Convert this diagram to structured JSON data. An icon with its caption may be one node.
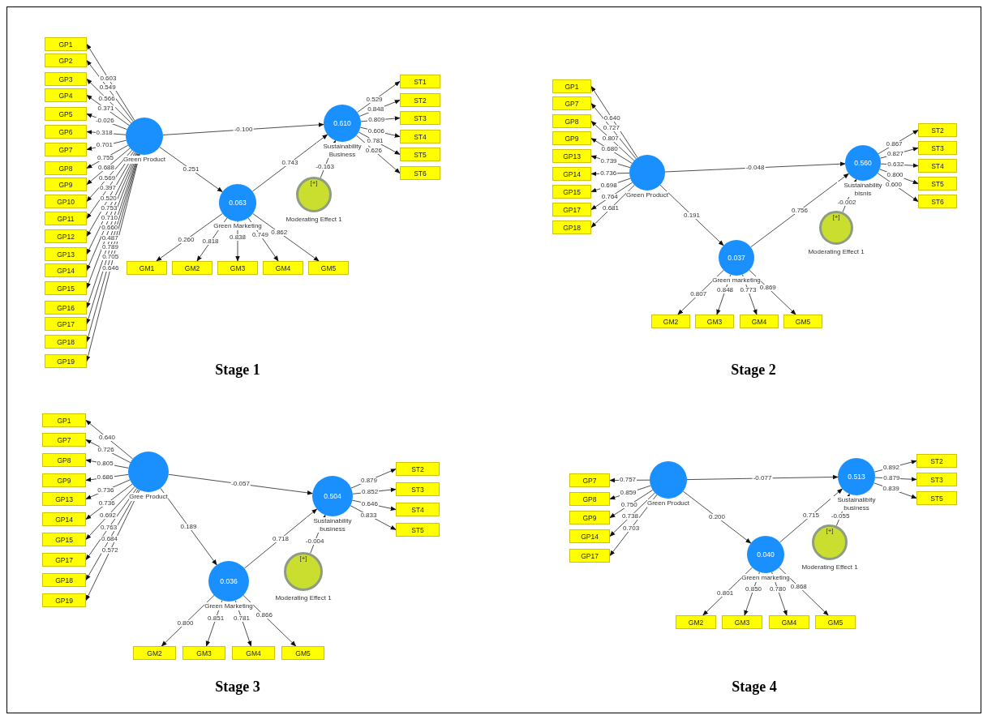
{
  "diagram": {
    "nodes": [
      {
        "text": [
          "Green Product"
        ]
      },
      {
        "text": [
          "GP1"
        ]
      },
      {
        "text": [
          "GP2"
        ]
      },
      {
        "text": [
          "GP3"
        ]
      },
      {
        "text": [
          "GP4"
        ]
      },
      {
        "text": [
          "GP5"
        ]
      },
      {
        "text": [
          "GP6"
        ]
      },
      {
        "text": [
          "GP7"
        ]
      },
      {
        "text": [
          "GP8"
        ]
      },
      {
        "text": [
          "GP9"
        ]
      },
      {
        "text": [
          "GP10"
        ]
      },
      {
        "text": [
          "GP11"
        ]
      },
      {
        "text": [
          "GP12"
        ]
      },
      {
        "text": [
          "GP13"
        ]
      },
      {
        "text": [
          "GP14"
        ]
      },
      {
        "text": [
          "GP15"
        ]
      },
      {
        "text": [
          "GP16"
        ]
      },
      {
        "text": [
          "GP17"
        ]
      },
      {
        "text": [
          "GP18"
        ]
      },
      {
        "text": [
          "GP19"
        ]
      },
      {
        "text": [
          "0.063",
          "Green Marketing"
        ]
      },
      {
        "text": [
          "GM1"
        ]
      },
      {
        "text": [
          "GM2"
        ]
      },
      {
        "text": [
          "GM3"
        ]
      },
      {
        "text": [
          "GM4"
        ]
      },
      {
        "text": [
          "GM5"
        ]
      },
      {
        "text": [
          "0.610",
          "Sustainability Business"
        ]
      },
      {
        "text": [
          "ST1"
        ]
      },
      {
        "text": [
          "ST2"
        ]
      },
      {
        "text": [
          "ST3"
        ]
      },
      {
        "text": [
          "ST4"
        ]
      },
      {
        "text": [
          "ST5"
        ]
      },
      {
        "text": [
          "ST6"
        ]
      },
      {
        "text": [
          "[+]",
          "Moderating Effect 1"
        ]
      },
      {
        "text": [
          "Green Product"
        ]
      },
      {
        "text": [
          "GP1"
        ]
      },
      {
        "text": [
          "GP7"
        ]
      },
      {
        "text": [
          "GP8"
        ]
      },
      {
        "text": [
          "GP9"
        ]
      },
      {
        "text": [
          "GP13"
        ]
      },
      {
        "text": [
          "GP14"
        ]
      },
      {
        "text": [
          "GP15"
        ]
      },
      {
        "text": [
          "GP17"
        ]
      },
      {
        "text": [
          "GP18"
        ]
      },
      {
        "text": [
          "0.037",
          "Green marketing"
        ]
      },
      {
        "text": [
          "GM2"
        ]
      },
      {
        "text": [
          "GM3"
        ]
      },
      {
        "text": [
          "GM4"
        ]
      },
      {
        "text": [
          "GM5"
        ]
      },
      {
        "text": [
          "0.560",
          "Sustainability bisnis"
        ]
      },
      {
        "text": [
          "ST2"
        ]
      },
      {
        "text": [
          "ST3"
        ]
      },
      {
        "text": [
          "ST4"
        ]
      },
      {
        "text": [
          "ST5"
        ]
      },
      {
        "text": [
          "ST6"
        ]
      },
      {
        "text": [
          "[+]",
          "Moderating Effect 1"
        ]
      },
      {
        "text": [
          "Gree Product"
        ]
      },
      {
        "text": [
          "GP1"
        ]
      },
      {
        "text": [
          "GP7"
        ]
      },
      {
        "text": [
          "GP8"
        ]
      },
      {
        "text": [
          "GP9"
        ]
      },
      {
        "text": [
          "GP13"
        ]
      },
      {
        "text": [
          "GP14"
        ]
      },
      {
        "text": [
          "GP15"
        ]
      },
      {
        "text": [
          "GP17"
        ]
      },
      {
        "text": [
          "GP18"
        ]
      },
      {
        "text": [
          "GP19"
        ]
      },
      {
        "text": [
          "0.036",
          "Green Marketing"
        ]
      },
      {
        "text": [
          "GM2"
        ]
      },
      {
        "text": [
          "GM3"
        ]
      },
      {
        "text": [
          "GM4"
        ]
      },
      {
        "text": [
          "GM5"
        ]
      },
      {
        "text": [
          "0.504",
          "Sustainability business"
        ]
      },
      {
        "text": [
          "ST2"
        ]
      },
      {
        "text": [
          "ST3"
        ]
      },
      {
        "text": [
          "ST4"
        ]
      },
      {
        "text": [
          "ST5"
        ]
      },
      {
        "text": [
          "[+]",
          "Moderating Effect 1"
        ]
      },
      {
        "text": [
          "Green Product"
        ]
      },
      {
        "text": [
          "GP7"
        ]
      },
      {
        "text": [
          "GP8"
        ]
      },
      {
        "text": [
          "GP9"
        ]
      },
      {
        "text": [
          "GP14"
        ]
      },
      {
        "text": [
          "GP17"
        ]
      },
      {
        "text": [
          "0.040",
          "Green marketing"
        ]
      },
      {
        "text": [
          "GM2"
        ]
      },
      {
        "text": [
          "GM3"
        ]
      },
      {
        "text": [
          "GM4"
        ]
      },
      {
        "text": [
          "GM5"
        ]
      },
      {
        "text": [
          "0.513",
          "Sustainalibity business"
        ]
      },
      {
        "text": [
          "ST2"
        ]
      },
      {
        "text": [
          "ST3"
        ]
      },
      {
        "text": [
          "ST5"
        ]
      },
      {
        "text": [
          "[+]",
          "Moderating Effect 1"
        ]
      }
    ],
    "edges": [
      {
        "from": 0,
        "to": 1,
        "arrow": "to",
        "label": "0.603"
      },
      {
        "from": 0,
        "to": 2,
        "arrow": "to",
        "label": "0.549"
      },
      {
        "from": 0,
        "to": 3,
        "arrow": "to",
        "label": "0.566"
      },
      {
        "from": 0,
        "to": 4,
        "arrow": "to",
        "label": "0.371"
      },
      {
        "from": 0,
        "to": 5,
        "arrow": "to",
        "label": "-0.026"
      },
      {
        "from": 0,
        "to": 6,
        "arrow": "to",
        "label": "0.318"
      },
      {
        "from": 0,
        "to": 7,
        "arrow": "to",
        "label": "0.701"
      },
      {
        "from": 0,
        "to": 8,
        "arrow": "to",
        "label": "0.755"
      },
      {
        "from": 0,
        "to": 9,
        "arrow": "to",
        "label": "0.688"
      },
      {
        "from": 0,
        "to": 10,
        "arrow": "to",
        "label": "0.569"
      },
      {
        "from": 0,
        "to": 11,
        "arrow": "to",
        "label": "0.397"
      },
      {
        "from": 0,
        "to": 12,
        "arrow": "to",
        "label": "0.520"
      },
      {
        "from": 0,
        "to": 13,
        "arrow": "to",
        "label": "0.753"
      },
      {
        "from": 0,
        "to": 14,
        "arrow": "to",
        "label": "0.710"
      },
      {
        "from": 0,
        "to": 15,
        "arrow": "to",
        "label": "0.660"
      },
      {
        "from": 0,
        "to": 16,
        "arrow": "to",
        "label": "0.487"
      },
      {
        "from": 0,
        "to": 17,
        "arrow": "to",
        "label": "0.789"
      },
      {
        "from": 0,
        "to": 18,
        "arrow": "to",
        "label": "0.705"
      },
      {
        "from": 0,
        "to": 19,
        "arrow": "to",
        "label": "0.646"
      },
      {
        "from": 20,
        "to": 21,
        "arrow": "to",
        "label": "0.260"
      },
      {
        "from": 20,
        "to": 22,
        "arrow": "to",
        "label": "0.818"
      },
      {
        "from": 20,
        "to": 23,
        "arrow": "to",
        "label": "0.838"
      },
      {
        "from": 20,
        "to": 24,
        "arrow": "to",
        "label": "0.749"
      },
      {
        "from": 20,
        "to": 25,
        "arrow": "to",
        "label": "0.862"
      },
      {
        "from": 26,
        "to": 27,
        "arrow": "to",
        "label": "0.529"
      },
      {
        "from": 26,
        "to": 28,
        "arrow": "to",
        "label": "0.848"
      },
      {
        "from": 26,
        "to": 29,
        "arrow": "to",
        "label": "0.809"
      },
      {
        "from": 26,
        "to": 30,
        "arrow": "to",
        "label": "0.606"
      },
      {
        "from": 26,
        "to": 31,
        "arrow": "to",
        "label": "0.781"
      },
      {
        "from": 26,
        "to": 32,
        "arrow": "to",
        "label": "0.626"
      },
      {
        "from": 0,
        "to": 26,
        "arrow": "to",
        "label": "-0.100"
      },
      {
        "from": 0,
        "to": 20,
        "arrow": "to",
        "label": "0.251"
      },
      {
        "from": 20,
        "to": 26,
        "arrow": "to",
        "label": "0.743"
      },
      {
        "from": 33,
        "to": 26,
        "arrow": "to",
        "label": "-0.163"
      },
      {
        "from": 34,
        "to": 35,
        "arrow": "to",
        "label": "0.640"
      },
      {
        "from": 34,
        "to": 36,
        "arrow": "to",
        "label": "0.727"
      },
      {
        "from": 34,
        "to": 37,
        "arrow": "to",
        "label": "0.807"
      },
      {
        "from": 34,
        "to": 38,
        "arrow": "to",
        "label": "0.680"
      },
      {
        "from": 34,
        "to": 39,
        "arrow": "to",
        "label": "0.739"
      },
      {
        "from": 34,
        "to": 40,
        "arrow": "to",
        "label": "0.736"
      },
      {
        "from": 34,
        "to": 41,
        "arrow": "to",
        "label": "0.698"
      },
      {
        "from": 34,
        "to": 42,
        "arrow": "to",
        "label": "0.764"
      },
      {
        "from": 34,
        "to": 43,
        "arrow": "to",
        "label": "0.681"
      },
      {
        "from": 44,
        "to": 45,
        "arrow": "to",
        "label": "0.807"
      },
      {
        "from": 44,
        "to": 46,
        "arrow": "to",
        "label": "0.848"
      },
      {
        "from": 44,
        "to": 47,
        "arrow": "to",
        "label": "0.773"
      },
      {
        "from": 44,
        "to": 48,
        "arrow": "to",
        "label": "0.869"
      },
      {
        "from": 49,
        "to": 50,
        "arrow": "to",
        "label": "0.867"
      },
      {
        "from": 49,
        "to": 51,
        "arrow": "to",
        "label": "0.827"
      },
      {
        "from": 49,
        "to": 52,
        "arrow": "to",
        "label": "0.632"
      },
      {
        "from": 49,
        "to": 53,
        "arrow": "to",
        "label": "0.800"
      },
      {
        "from": 49,
        "to": 54,
        "arrow": "to",
        "label": "0.600"
      },
      {
        "from": 34,
        "to": 49,
        "arrow": "to",
        "label": "-0.048"
      },
      {
        "from": 34,
        "to": 44,
        "arrow": "to",
        "label": "0.191"
      },
      {
        "from": 44,
        "to": 49,
        "arrow": "to",
        "label": "0.756"
      },
      {
        "from": 55,
        "to": 49,
        "arrow": "to",
        "label": "-0.002"
      },
      {
        "from": 56,
        "to": 57,
        "arrow": "to",
        "label": "0.640"
      },
      {
        "from": 56,
        "to": 58,
        "arrow": "to",
        "label": "0.726"
      },
      {
        "from": 56,
        "to": 59,
        "arrow": "to",
        "label": "0.805"
      },
      {
        "from": 56,
        "to": 60,
        "arrow": "to",
        "label": "0.686"
      },
      {
        "from": 56,
        "to": 61,
        "arrow": "to",
        "label": "0.736"
      },
      {
        "from": 56,
        "to": 62,
        "arrow": "to",
        "label": "0.736"
      },
      {
        "from": 56,
        "to": 63,
        "arrow": "to",
        "label": "0.692"
      },
      {
        "from": 56,
        "to": 64,
        "arrow": "to",
        "label": "0.763"
      },
      {
        "from": 56,
        "to": 65,
        "arrow": "to",
        "label": "0.684"
      },
      {
        "from": 56,
        "to": 66,
        "arrow": "to",
        "label": "0.572"
      },
      {
        "from": 67,
        "to": 68,
        "arrow": "to",
        "label": "0.800"
      },
      {
        "from": 67,
        "to": 69,
        "arrow": "to",
        "label": "0.851"
      },
      {
        "from": 67,
        "to": 70,
        "arrow": "to",
        "label": "0.781"
      },
      {
        "from": 67,
        "to": 71,
        "arrow": "to",
        "label": "0.866"
      },
      {
        "from": 72,
        "to": 73,
        "arrow": "to",
        "label": "0.879"
      },
      {
        "from": 72,
        "to": 74,
        "arrow": "to",
        "label": "0.852"
      },
      {
        "from": 72,
        "to": 75,
        "arrow": "to",
        "label": "0.646"
      },
      {
        "from": 72,
        "to": 76,
        "arrow": "to",
        "label": "0.833"
      },
      {
        "from": 56,
        "to": 72,
        "arrow": "to",
        "label": "-0.057"
      },
      {
        "from": 56,
        "to": 67,
        "arrow": "to",
        "label": "0.189"
      },
      {
        "from": 67,
        "to": 72,
        "arrow": "to",
        "label": "0.718"
      },
      {
        "from": 77,
        "to": 72,
        "arrow": "to",
        "label": "-0.004"
      },
      {
        "from": 78,
        "to": 79,
        "arrow": "to",
        "label": "0.757"
      },
      {
        "from": 78,
        "to": 80,
        "arrow": "to",
        "label": "0.859"
      },
      {
        "from": 78,
        "to": 81,
        "arrow": "to",
        "label": "0.750"
      },
      {
        "from": 78,
        "to": 82,
        "arrow": "to",
        "label": "0.738"
      },
      {
        "from": 78,
        "to": 83,
        "arrow": "to",
        "label": "0.703"
      },
      {
        "from": 84,
        "to": 85,
        "arrow": "to",
        "label": "0.801"
      },
      {
        "from": 84,
        "to": 86,
        "arrow": "to",
        "label": "0.850"
      },
      {
        "from": 84,
        "to": 87,
        "arrow": "to",
        "label": "0.780"
      },
      {
        "from": 84,
        "to": 88,
        "arrow": "to",
        "label": "0.868"
      },
      {
        "from": 89,
        "to": 90,
        "arrow": "to",
        "label": "0.892"
      },
      {
        "from": 89,
        "to": 91,
        "arrow": "to",
        "label": "0.879"
      },
      {
        "from": 89,
        "to": 92,
        "arrow": "to",
        "label": "0.839"
      },
      {
        "from": 78,
        "to": 89,
        "arrow": "to",
        "label": "-0.077"
      },
      {
        "from": 78,
        "to": 84,
        "arrow": "to",
        "label": "0.200"
      },
      {
        "from": 84,
        "to": 89,
        "arrow": "to",
        "label": "0.715"
      },
      {
        "from": 93,
        "to": 89,
        "arrow": "to",
        "label": "-0.055"
      }
    ],
    "labels": [
      "Stage 1",
      "Stage 2",
      "Stage 3",
      "Stage 4"
    ]
  }
}
